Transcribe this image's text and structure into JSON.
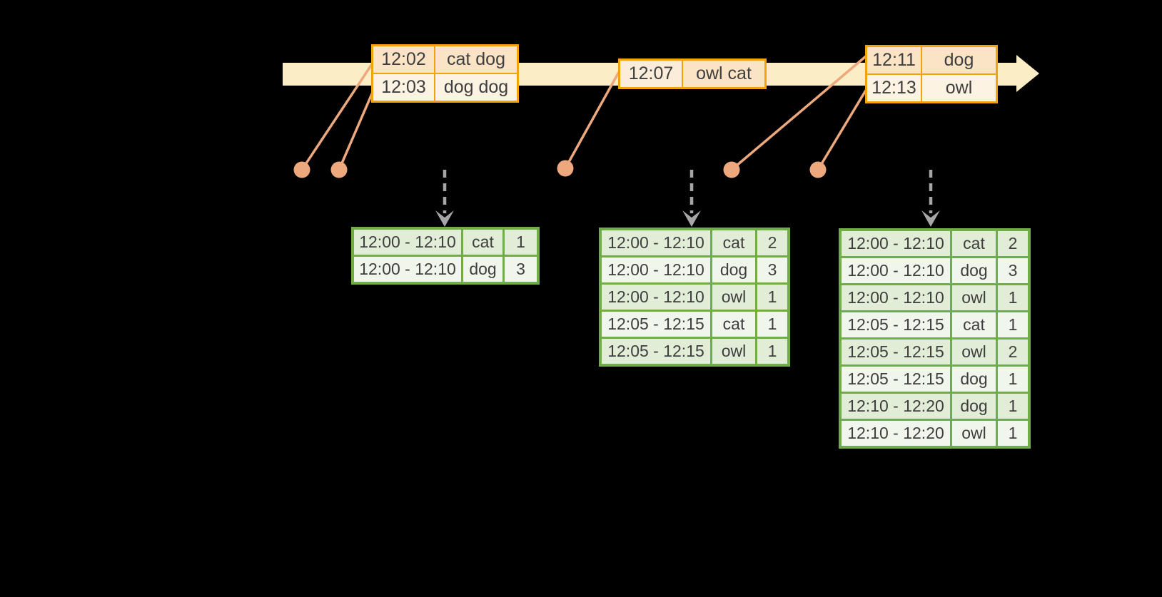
{
  "colors": {
    "background": "#000000",
    "timeline_bar": "#FBEDC5",
    "orange_border": "#F0A30A",
    "event_row_peach": "#FBE3C6",
    "event_row_cream": "#FDF3E2",
    "dot_salmon": "#EDA87D",
    "green_border": "#70AD47",
    "green_row_dark": "#E2EDD8",
    "green_row_light": "#F1F6EC",
    "dashed_arrow_gray": "#A6A6A6",
    "text": "#3E3E3E"
  },
  "event_tables": [
    {
      "rows": [
        {
          "time": "12:02",
          "words": "cat dog",
          "time_shade": "peach",
          "words_shade": "peach"
        },
        {
          "time": "12:03",
          "words": "dog dog",
          "time_shade": "cream",
          "words_shade": "cream"
        }
      ]
    },
    {
      "rows": [
        {
          "time": "12:07",
          "words": "owl cat",
          "time_shade": "mid",
          "words_shade": "peach"
        }
      ]
    },
    {
      "rows": [
        {
          "time": "12:11",
          "words": "dog",
          "time_shade": "peach",
          "words_shade": "peach"
        },
        {
          "time": "12:13",
          "words": "owl",
          "time_shade": "cream",
          "words_shade": "cream"
        }
      ]
    }
  ],
  "result_tables": [
    {
      "rows": [
        {
          "window": "12:00 - 12:10",
          "word": "cat",
          "count": "1"
        },
        {
          "window": "12:00 - 12:10",
          "word": "dog",
          "count": "3"
        }
      ]
    },
    {
      "rows": [
        {
          "window": "12:00 - 12:10",
          "word": "cat",
          "count": "2"
        },
        {
          "window": "12:00 - 12:10",
          "word": "dog",
          "count": "3"
        },
        {
          "window": "12:00 - 12:10",
          "word": "owl",
          "count": "1"
        },
        {
          "window": "12:05 - 12:15",
          "word": "cat",
          "count": "1"
        },
        {
          "window": "12:05 - 12:15",
          "word": "owl",
          "count": "1"
        }
      ]
    },
    {
      "rows": [
        {
          "window": "12:00 - 12:10",
          "word": "cat",
          "count": "2"
        },
        {
          "window": "12:00 - 12:10",
          "word": "dog",
          "count": "3"
        },
        {
          "window": "12:00 - 12:10",
          "word": "owl",
          "count": "1"
        },
        {
          "window": "12:05 - 12:15",
          "word": "cat",
          "count": "1"
        },
        {
          "window": "12:05 - 12:15",
          "word": "owl",
          "count": "2"
        },
        {
          "window": "12:05 - 12:15",
          "word": "dog",
          "count": "1"
        },
        {
          "window": "12:10 - 12:20",
          "word": "dog",
          "count": "1"
        },
        {
          "window": "12:10 - 12:20",
          "word": "owl",
          "count": "1"
        }
      ]
    }
  ]
}
